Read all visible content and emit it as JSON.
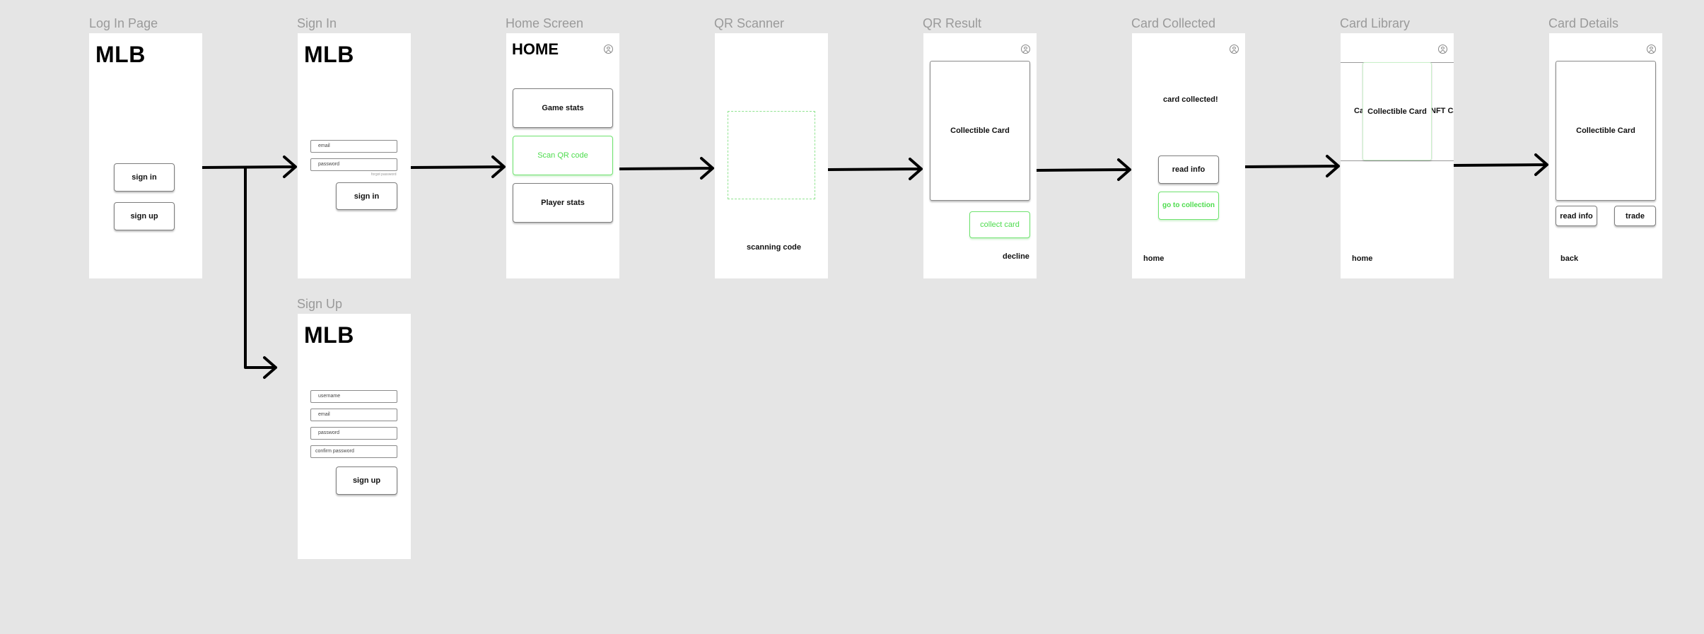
{
  "frames": {
    "login": {
      "label": "Log In Page",
      "logo": "MLB",
      "signin_button": "sign in",
      "signup_button": "sign up"
    },
    "signin": {
      "label": "Sign In",
      "logo": "MLB",
      "email_placeholder": "email",
      "password_placeholder": "password",
      "forgot_password": "forgot password",
      "signin_button": "sign in"
    },
    "signup": {
      "label": "Sign Up",
      "logo": "MLB",
      "username_placeholder": "username",
      "email_placeholder": "email",
      "password_placeholder": "password",
      "confirm_placeholder": "confirm password",
      "signup_button": "sign up"
    },
    "home": {
      "label": "Home Screen",
      "title": "HOME",
      "game_stats": "Game stats",
      "scan_qr": "Scan QR code",
      "player_stats": "Player stats"
    },
    "scanner": {
      "label": "QR Scanner",
      "status": "scanning code"
    },
    "result": {
      "label": "QR Result",
      "card": "Collectible Card",
      "collect_button": "collect card",
      "decline_button": "decline"
    },
    "collected": {
      "label": "Card Collected",
      "message": "card collected!",
      "read_info": "read info",
      "go_collection": "go to collection",
      "home_link": "home"
    },
    "library": {
      "label": "Card Library",
      "card_left": "Ca",
      "card_center": "Collectible Card",
      "card_right": "NFT Ca",
      "home_link": "home"
    },
    "details": {
      "label": "Card Details",
      "card": "Collectible Card",
      "read_info": "read info",
      "trade": "trade",
      "back_link": "back"
    }
  },
  "icons": {
    "profile": "profile-icon"
  },
  "colors": {
    "background": "#e5e5e5",
    "frame": "#ffffff",
    "accent_green": "#4ddc4d",
    "arrow": "#000000"
  }
}
